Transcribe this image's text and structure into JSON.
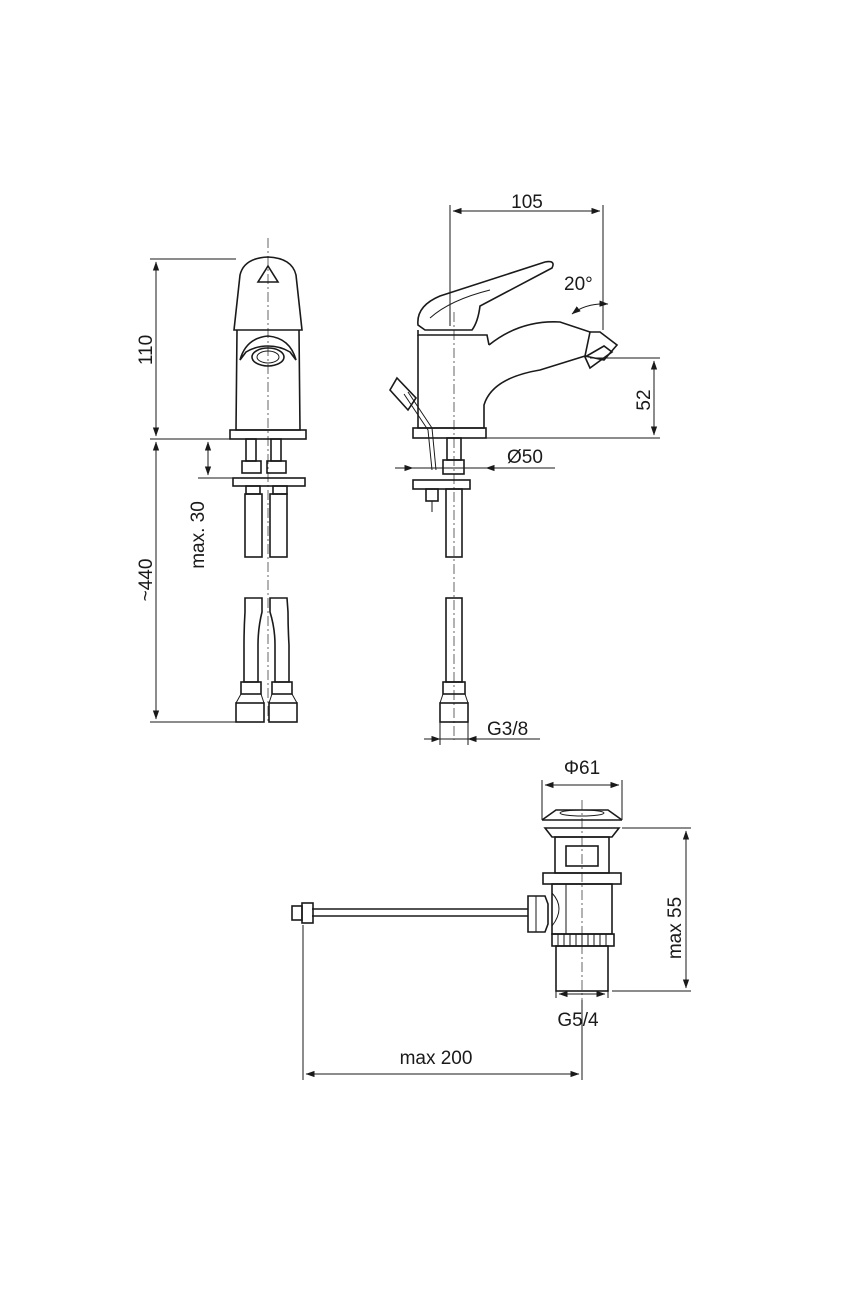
{
  "dimensions": {
    "width_105": "105",
    "angle_20": "20°",
    "height_110": "110",
    "height_52": "52",
    "max_30": "max. 30",
    "hose_440": "~440",
    "dia_50": "Ø50",
    "thread_g38": "G3/8",
    "dia_61": "Φ61",
    "max_55": "max 55",
    "thread_g54": "G5/4",
    "max_200": "max 200"
  },
  "colors": {
    "line": "#1a1a1a",
    "background": "#ffffff"
  }
}
